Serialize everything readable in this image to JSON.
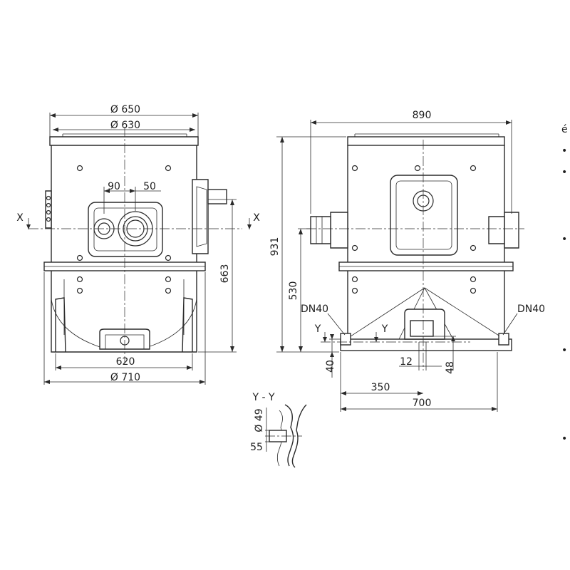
{
  "front_view": {
    "dia_outer_top": "Ø 650",
    "dia_inner_top": "Ø 630",
    "dim_90": "90",
    "dim_50": "50",
    "section_x_left": "X",
    "section_x_right": "X",
    "dim_663": "663",
    "dim_620": "620",
    "dia_base": "Ø 710"
  },
  "side_view": {
    "dim_890": "890",
    "dim_931": "931",
    "dim_530": "530",
    "dn40_left": "DN40",
    "dn40_right": "DN40",
    "section_y_left": "Y",
    "section_y_right": "Y",
    "dim_40": "40",
    "dim_12": "12",
    "dim_48": "48",
    "dim_350": "350",
    "dim_700": "700"
  },
  "section_yy": {
    "title": "Y - Y",
    "dia_49": "Ø 49",
    "dim_55": "55"
  },
  "cropped_edge": {
    "heading_glyph": "é",
    "bullets": [
      "•",
      "•",
      "•",
      "•",
      "•"
    ]
  }
}
